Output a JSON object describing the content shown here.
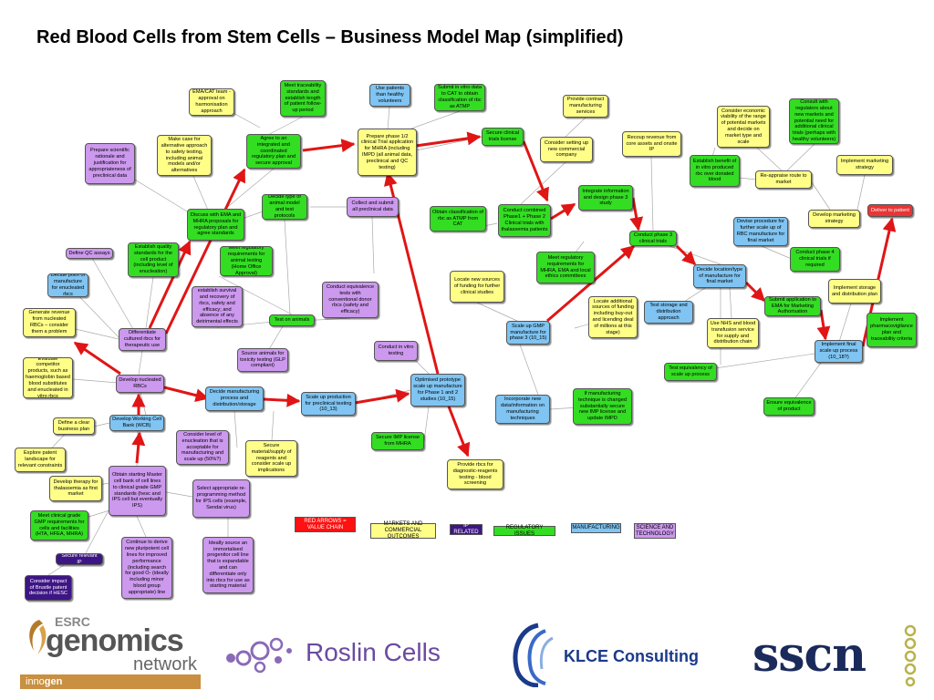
{
  "title": "Red Blood Cells from Stem Cells – Business Model Map (simplified)",
  "colors": {
    "red": "#e83535",
    "yellow": "#ffff88",
    "purple_dark": "#3d1585",
    "green": "#33dd22",
    "blue": "#7fc4f2",
    "purple_light": "#cc99ee"
  },
  "nodes": {
    "n1": "EMA/CAT team - approval on harmonisation approach",
    "n2": "Meet traceability standards and establish length of patient follow-up period",
    "n3": "Use patients than healthy volunteers",
    "n4": "Submit in vitro data to CAT to obtain classification of rbc as ATMP",
    "n5": "Provide contract manufacturing services",
    "n6": "Consult with regulators about new markets and potential need for additional clinical trials (perhaps with healthy volunteers)",
    "n7": "Make case for alternative approach to safety testing, including animal models and/or alternatives",
    "n8": "Prepare scientific rationale and justification for appropriateness of preclinical data",
    "n9": "Agree to an integrated and coordinated regulatory plan and secure approval",
    "n10": "Prepare phase 1/2 clinical Trial application for MHRA (including IMPD (all animal data, preclinical and QC testing)",
    "n11": "Secure clinical trials license",
    "n12": "Consider setting up new commercial company",
    "n13": "Recoup revenue from core assets and onsite IP",
    "n14": "Consider economic viability of the range of potential markets and decide on market type and scale",
    "n15": "Implement marketing strategy",
    "n16": "Establish benefit of in vitro produced rbc over donated blood",
    "n17": "Re-appraise route to market",
    "n18": "Decide type of animal model and test protocols",
    "n19": "Collect and submit all preclinical data",
    "n20": "Obtain classification of rbc as ATMP from CAT",
    "n21": "Conduct combined Phase1 + Phase 2 Clinical trials with thalassemia patients",
    "n22": "Integrate information and design phase 3 study",
    "n23": "Develop marketing strategy",
    "n24": "Deliver to patient",
    "n25": "Discuss with EMA and MHRA proposals for regulatory plan and agree standards",
    "n26": "Define QC assays",
    "n27": "Establish quality standards for the cell product (including level of enucleation)",
    "n28": "Meet regulatory requirements for animal testing (Home Office Approval)",
    "n29": "Conduct phase 3 clinical trials",
    "n30": "Devise procedure for further scale up of RBC manufacture for final market",
    "n31": "Conduct phase 4 clinical trials if required",
    "n32": "Decide point of manufacture for enucleated rbcs",
    "n33": "Locate new sources of funding for further clinical studies",
    "n34": "Meet regulatory requirements for MHRA, EMA and local ethics committees",
    "n35": "Decide location/type of manufacture for final market",
    "n36": "Implement storage and distribution plan",
    "n37": "Generate revenue from nucleated RBCs – consider them a problem",
    "n38": "establish survival and recovery of rbcs, safety and efficacy; and absence of any detrimental effects",
    "n39": "Conduct equivalence tests with conventional donor rbcs (safety and efficacy)",
    "n40": "Test on animals",
    "n41": "Locate additional sources of funding including buy-out and licending deal of millions at this stage)",
    "n42": "Test storage and distribution approach",
    "n43": "Submit application to EMA for Marketing Authorisation",
    "n44": "Implement pharmacovigilance plan and traceability criteria",
    "n45": "Differentiate cultured rbcs for therapeutic use",
    "n46": "Scale up GMP manufacture for phase 3 (10_15)",
    "n47": "Use NHS and blood transfusion service for supply and distribution chain",
    "n48": "Implement final scale up process (10_18?)",
    "n49": "Source animals for toxicity testing (GLP compliant)",
    "n50": "Conduct in vitro testing",
    "n51": "Evaluate competitor products, such as haemoglobin based blood substitutes and enucleated in vitro rbcs",
    "n52": "Develop nucleated RBCs",
    "n53": "Optimised prototype scale up manufacture for Phase 1 and 2 studies (10_15)",
    "n54": "Test equivalency of scale up process",
    "n55": "Decide manufacturing process and distribution/storage",
    "n56": "Scale up production for preclinical testing (10_13)",
    "n57": "Incorporate new data/information on manufacturing techniques",
    "n58": "If manufacturing technique is changed substantially secure new IMP license and update IMPD",
    "n59": "Ensure equivalence of product",
    "n60": "Define a clear business plan",
    "n61": "Develop Working Cell Bank (WCB)",
    "n62": "Consider level of enucleation that is acceptable for manufacturing and scale up (50%?)",
    "n63": "Secure material/supply of reagents and consider scale up implications",
    "n64": "Secure IMP license from MHRA",
    "n65": "Explore patent landscape for relevant constraints",
    "n66": "Obtain starting Master cell bank of cell lines to clinical grade GMP standards (hesc and IPS cell but eventually IPS)",
    "n67": "Provide rbcs for diagnostic-reagents testing - blood screening",
    "n68": "Develop therapy for thalassemia as first market",
    "n69": "Select appropriate re-programming method for IPS cells (example, Sendai virus)",
    "n70": "Meet clinical grade GMP requirements for cells and facilities (HTA, HFEA, MHRA)",
    "n71": "Continue to derive new pluripotent cell lines for improved performance (including search for good O- (ideally including minor blood group appropriate) line",
    "n72": "Ideally source an immortalised progenitor cell line that is expandable and can differentiate only into rbcs for use as starting material",
    "n73": "Secure relevant IP",
    "n74": "Consider impact of Brustle patent decision if HESC"
  },
  "legend": {
    "red": "RED ARROWS = VALUE CHAIN",
    "yellow": "MARKETS AND COMMERCIAL OUTCOMES",
    "purple_dark": "IP RELATED",
    "green": "REGULATORY ISSUES",
    "blue": "MANUFACTURING",
    "purple_light": "SCIENCE AND TECHNOLOGY"
  },
  "logos": {
    "esrc_top": "ESRC",
    "esrc_main": "genomics",
    "esrc_sub": "network",
    "innogen_a": "inno",
    "innogen_b": "gen",
    "roslin": "Roslin Cells",
    "klce": "KLCE Consulting",
    "sscn": "sscn"
  }
}
